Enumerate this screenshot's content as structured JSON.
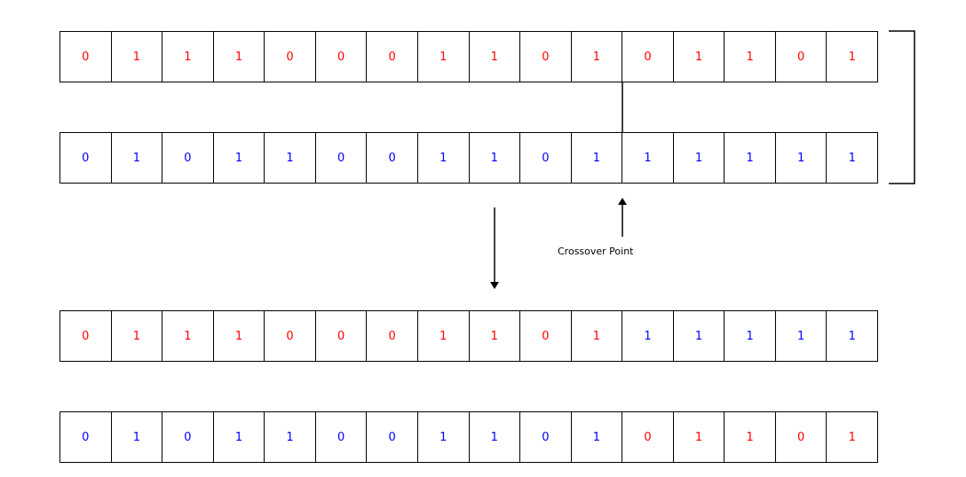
{
  "colors": {
    "parent_a": "#ff0000",
    "parent_b": "#0000ff",
    "line": "#000000"
  },
  "crossover_label": "Crossover Point",
  "rows": [
    {
      "name": "parent-a",
      "bits": [
        {
          "v": "0",
          "c": "red"
        },
        {
          "v": "1",
          "c": "red"
        },
        {
          "v": "1",
          "c": "red"
        },
        {
          "v": "1",
          "c": "red"
        },
        {
          "v": "0",
          "c": "red"
        },
        {
          "v": "0",
          "c": "red"
        },
        {
          "v": "0",
          "c": "red"
        },
        {
          "v": "1",
          "c": "red"
        },
        {
          "v": "1",
          "c": "red"
        },
        {
          "v": "0",
          "c": "red"
        },
        {
          "v": "1",
          "c": "red"
        },
        {
          "v": "0",
          "c": "red"
        },
        {
          "v": "1",
          "c": "red"
        },
        {
          "v": "1",
          "c": "red"
        },
        {
          "v": "0",
          "c": "red"
        },
        {
          "v": "1",
          "c": "red"
        }
      ]
    },
    {
      "name": "parent-b",
      "bits": [
        {
          "v": "0",
          "c": "blue"
        },
        {
          "v": "1",
          "c": "blue"
        },
        {
          "v": "0",
          "c": "blue"
        },
        {
          "v": "1",
          "c": "blue"
        },
        {
          "v": "1",
          "c": "blue"
        },
        {
          "v": "0",
          "c": "blue"
        },
        {
          "v": "0",
          "c": "blue"
        },
        {
          "v": "1",
          "c": "blue"
        },
        {
          "v": "1",
          "c": "blue"
        },
        {
          "v": "0",
          "c": "blue"
        },
        {
          "v": "1",
          "c": "blue"
        },
        {
          "v": "1",
          "c": "blue"
        },
        {
          "v": "1",
          "c": "blue"
        },
        {
          "v": "1",
          "c": "blue"
        },
        {
          "v": "1",
          "c": "blue"
        },
        {
          "v": "1",
          "c": "blue"
        }
      ]
    },
    {
      "name": "child-a",
      "bits": [
        {
          "v": "0",
          "c": "red"
        },
        {
          "v": "1",
          "c": "red"
        },
        {
          "v": "1",
          "c": "red"
        },
        {
          "v": "1",
          "c": "red"
        },
        {
          "v": "0",
          "c": "red"
        },
        {
          "v": "0",
          "c": "red"
        },
        {
          "v": "0",
          "c": "red"
        },
        {
          "v": "1",
          "c": "red"
        },
        {
          "v": "1",
          "c": "red"
        },
        {
          "v": "0",
          "c": "red"
        },
        {
          "v": "1",
          "c": "red"
        },
        {
          "v": "1",
          "c": "blue"
        },
        {
          "v": "1",
          "c": "blue"
        },
        {
          "v": "1",
          "c": "blue"
        },
        {
          "v": "1",
          "c": "blue"
        },
        {
          "v": "1",
          "c": "blue"
        }
      ]
    },
    {
      "name": "child-b",
      "bits": [
        {
          "v": "0",
          "c": "blue"
        },
        {
          "v": "1",
          "c": "blue"
        },
        {
          "v": "0",
          "c": "blue"
        },
        {
          "v": "1",
          "c": "blue"
        },
        {
          "v": "1",
          "c": "blue"
        },
        {
          "v": "0",
          "c": "blue"
        },
        {
          "v": "0",
          "c": "blue"
        },
        {
          "v": "1",
          "c": "blue"
        },
        {
          "v": "1",
          "c": "blue"
        },
        {
          "v": "0",
          "c": "blue"
        },
        {
          "v": "1",
          "c": "blue"
        },
        {
          "v": "0",
          "c": "red"
        },
        {
          "v": "1",
          "c": "red"
        },
        {
          "v": "1",
          "c": "red"
        },
        {
          "v": "0",
          "c": "red"
        },
        {
          "v": "1",
          "c": "red"
        }
      ]
    }
  ]
}
